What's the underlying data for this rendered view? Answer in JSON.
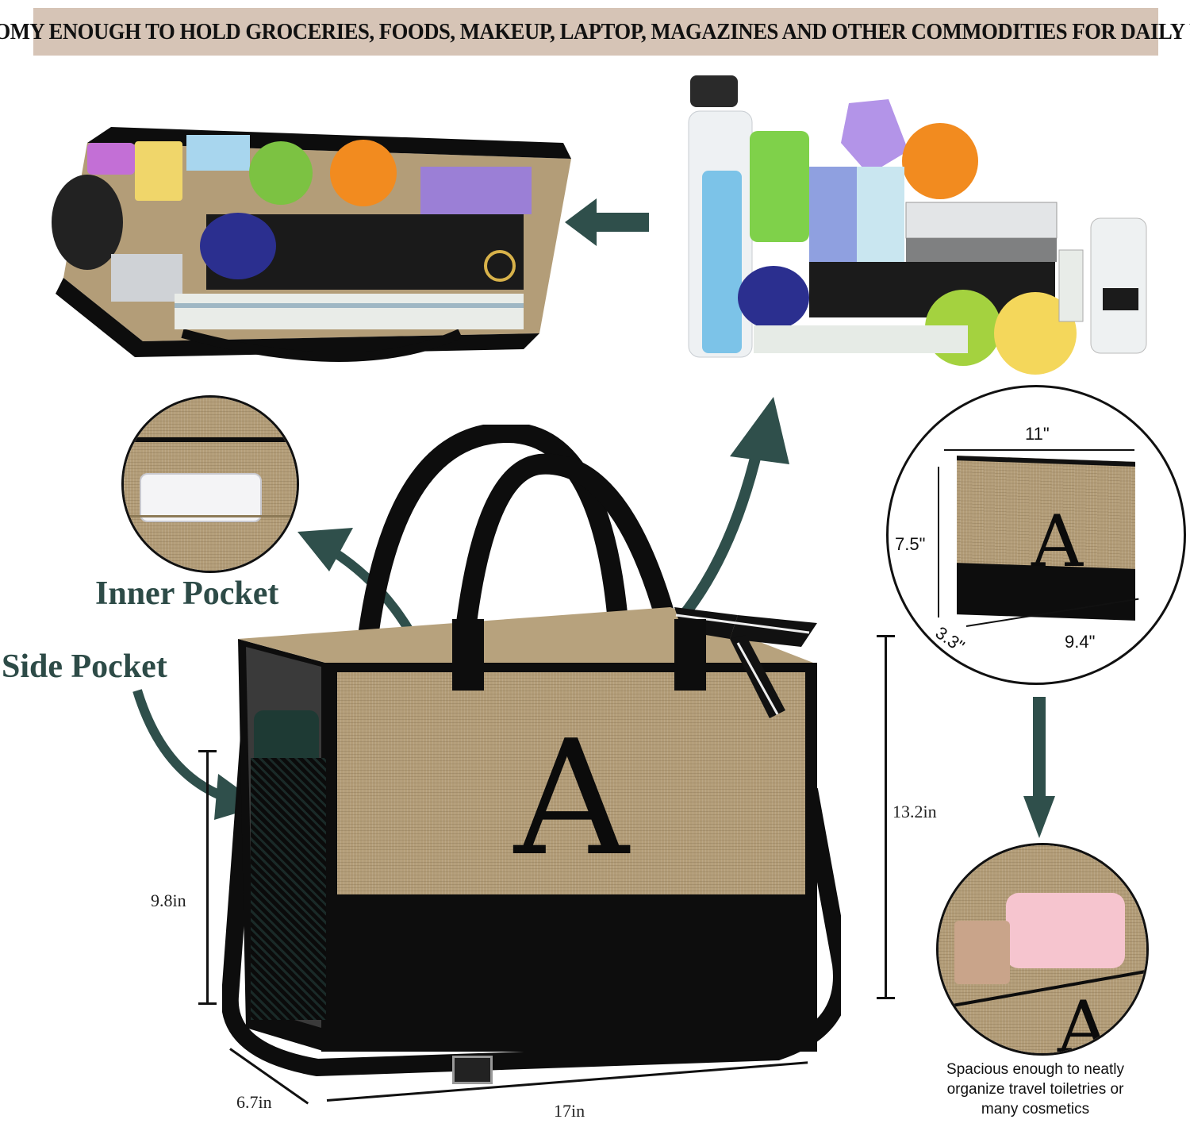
{
  "banner": {
    "text": "ROOMY ENOUGH TO HOLD GROCERIES, FOODS, MAKEUP, LAPTOP, MAGAZINES AND OTHER COMMODITIES FOR DAILY USE"
  },
  "labels": {
    "inner_pocket": "Inner Pocket",
    "side_pocket": "Side Pocket"
  },
  "bag": {
    "monogram": "A",
    "height_total": "13.2in",
    "height_body": "9.8in",
    "depth": "6.7in",
    "width": "17in"
  },
  "pouch": {
    "monogram": "A",
    "top_width": "11\"",
    "height": "7.5\"",
    "depth": "3.3\"",
    "bottom_width": "9.4\""
  },
  "caption": {
    "line1": "Spacious enough to neatly",
    "line2": "organize travel toiletries or",
    "line3": "many cosmetics"
  },
  "detail_monogram": "A",
  "colors": {
    "accent_arrow": "#2f4f4b",
    "banner_bg": "#d6c4b6",
    "jute": "#b39d78",
    "black": "#0d0d0d"
  }
}
